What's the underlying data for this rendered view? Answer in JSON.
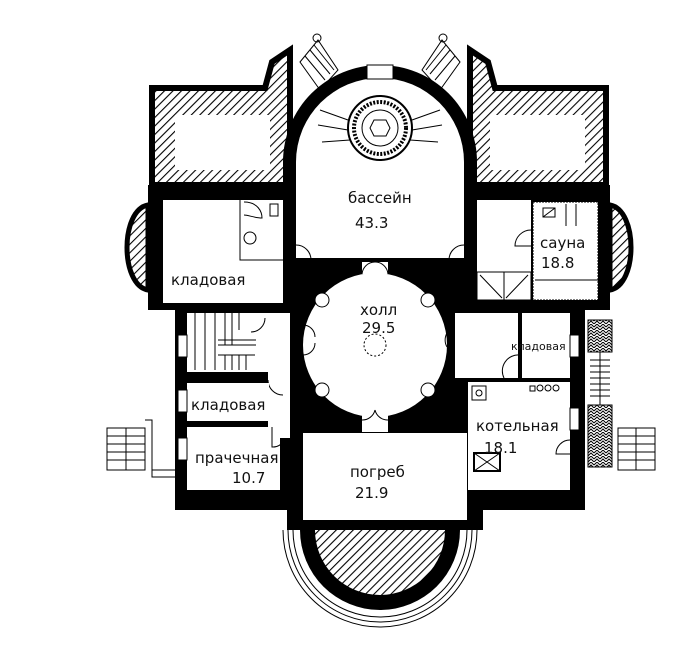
{
  "plan": {
    "rooms": [
      {
        "id": "pool",
        "name": "бассейн",
        "area": "43.3"
      },
      {
        "id": "sauna",
        "name": "сауна",
        "area": "18.8"
      },
      {
        "id": "storage-top-left",
        "name": "кладовая",
        "area": null
      },
      {
        "id": "hall",
        "name": "холл",
        "area": "29.5"
      },
      {
        "id": "storage-right",
        "name": "кладовая",
        "area": null
      },
      {
        "id": "storage-left",
        "name": "кладовая",
        "area": null
      },
      {
        "id": "boiler",
        "name": "котельная",
        "area": "18.1"
      },
      {
        "id": "laundry",
        "name": "прачечная",
        "area": "10.7"
      },
      {
        "id": "cellar",
        "name": "погреб",
        "area": "21.9"
      }
    ],
    "colors": {
      "wall": "#000000",
      "background": "#ffffff"
    }
  }
}
